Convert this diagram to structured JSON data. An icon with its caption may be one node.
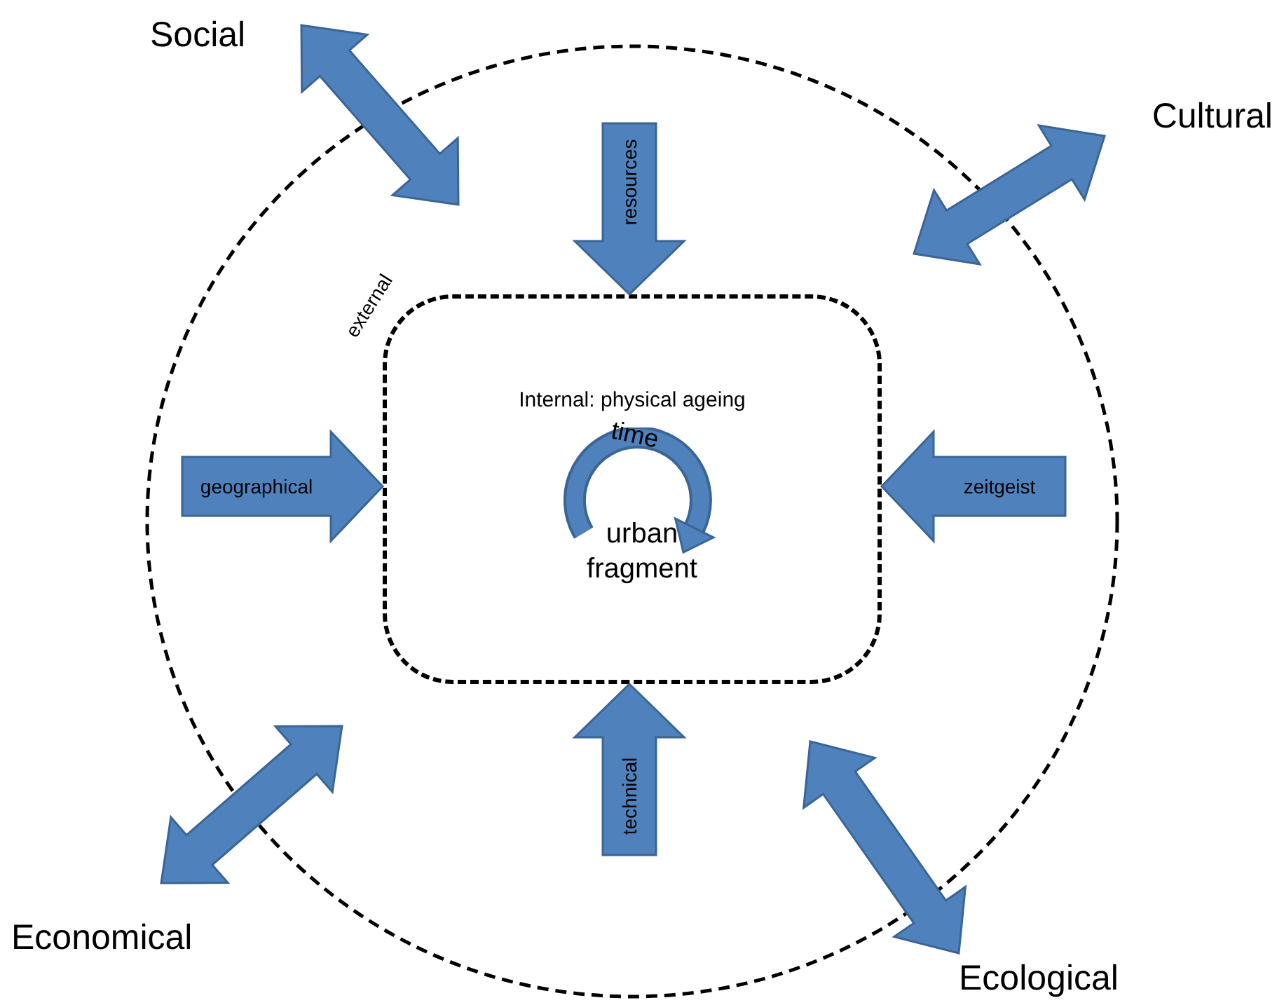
{
  "diagram": {
    "nodes": [
      {
        "text": [
          "Social"
        ]
      },
      {
        "text": [
          "Cultural"
        ]
      },
      {
        "text": [],
        "shape": "circle"
      },
      {
        "text": [
          "external",
          "Internal: physical ageing"
        ],
        "in": 2
      },
      {
        "text": [
          "urban fragment"
        ],
        "in": 3
      },
      {
        "text": [
          "Economical"
        ]
      },
      {
        "text": [
          "Ecological"
        ]
      }
    ],
    "edges": [
      {
        "from": 0,
        "to": 2,
        "arrow": "both"
      },
      {
        "from": 1,
        "to": 2,
        "arrow": "both"
      },
      {
        "from": null,
        "to": 3,
        "arrow": "to",
        "label": "resources"
      },
      {
        "from": null,
        "to": 3,
        "arrow": "to",
        "label": "geographical"
      },
      {
        "from": null,
        "to": 3,
        "arrow": "to",
        "label": "zeitgeist"
      },
      {
        "from": null,
        "to": 3,
        "arrow": "to",
        "label": "technical"
      },
      {
        "from": 5,
        "to": 2,
        "arrow": "both"
      },
      {
        "from": 6,
        "to": 2,
        "arrow": "both"
      }
    ],
    "labels": [
      "time"
    ]
  }
}
